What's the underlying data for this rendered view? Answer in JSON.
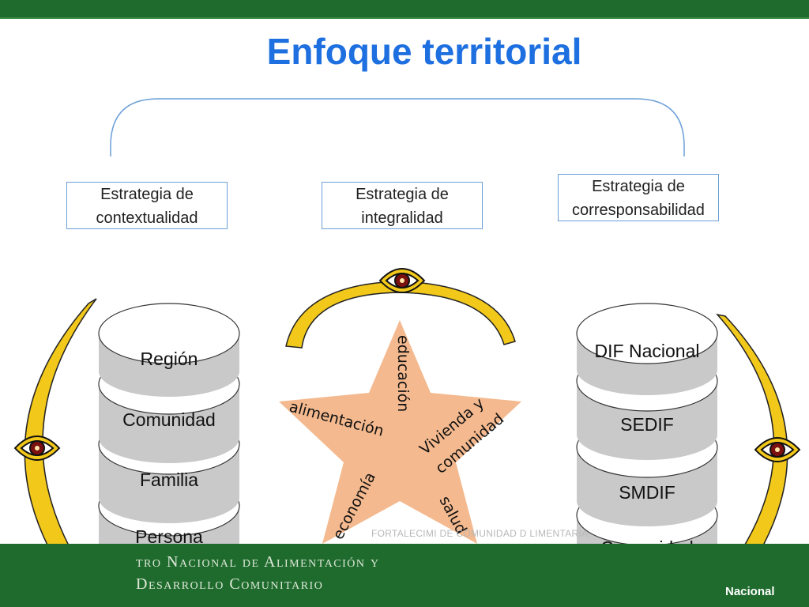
{
  "title": "Enfoque territorial",
  "strategies": [
    {
      "line1": "Estrategia de",
      "line2": "contextualidad"
    },
    {
      "line1": "Estrategia de",
      "line2": "integralidad"
    },
    {
      "line1": "Estrategia de",
      "line2": "corresponsabilidad"
    }
  ],
  "left_stack": [
    "Región",
    "Comunidad",
    "Familia",
    "Persona"
  ],
  "right_stack": [
    "DIF Nacional",
    "SEDIF",
    "SMDIF",
    "Comunidad"
  ],
  "star_words": {
    "top": "educación",
    "left": "alimentación",
    "right_line1": "Vivienda y",
    "right_line2": "comunidad",
    "bottom_left": "economía",
    "bottom_right": "salud"
  },
  "footer": {
    "line1": "tro Nacional de Alimentación y",
    "line2": "Desarrollo Comunitario",
    "watermark": "FORTALECIMI        DE COMUNIDAD D                                    LIMENTARIA",
    "logo_label": "Nacional"
  },
  "colors": {
    "title": "#1e6fe0",
    "band": "#1f6b2e",
    "arrow": "#f2c81b",
    "star": "#f4b98e",
    "strategy_border": "#6a9fd8"
  },
  "icons": [
    "eye-icon"
  ]
}
